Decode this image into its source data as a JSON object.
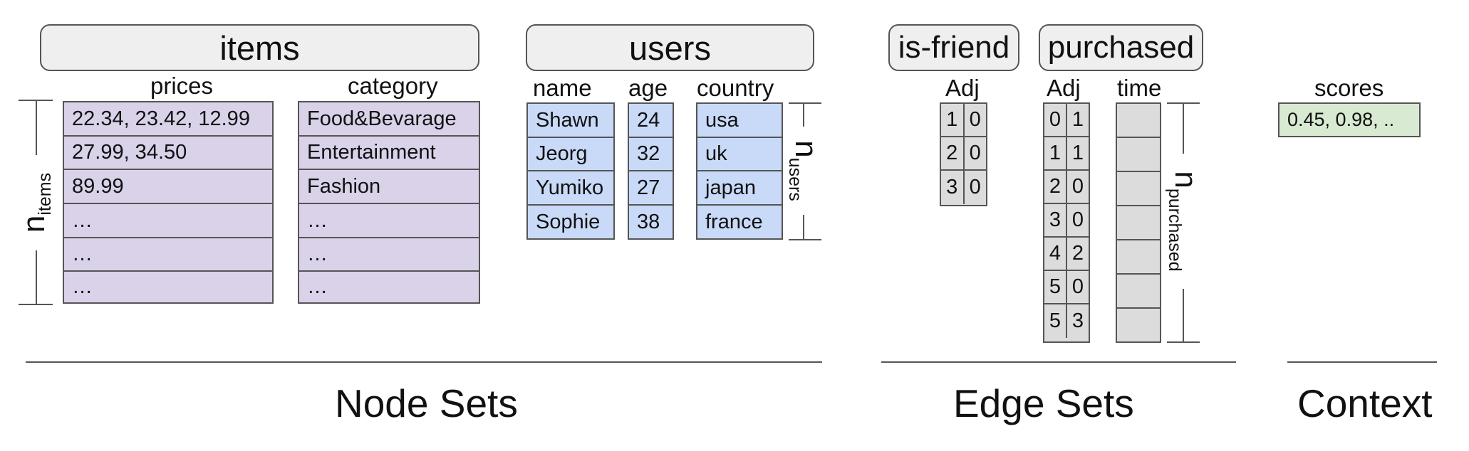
{
  "node_sets": {
    "items": {
      "title": "items",
      "prices_label": "prices",
      "category_label": "category",
      "prices": [
        "22.34, 23.42, 12.99",
        "27.99, 34.50",
        "89.99",
        "…",
        "…",
        "…"
      ],
      "categories": [
        "Food&Bevarage",
        "Entertainment",
        "Fashion",
        "…",
        "…",
        "…"
      ],
      "size_label": "n",
      "size_sub": "items"
    },
    "users": {
      "title": "users",
      "name_label": "name",
      "age_label": "age",
      "country_label": "country",
      "names": [
        "Shawn",
        "Jeorg",
        "Yumiko",
        "Sophie"
      ],
      "ages": [
        "24",
        "32",
        "27",
        "38"
      ],
      "countries": [
        "usa",
        "uk",
        "japan",
        "france"
      ],
      "size_label": "n",
      "size_sub": "users"
    },
    "section_label": "Node Sets"
  },
  "edge_sets": {
    "is_friend": {
      "title": "is-friend",
      "adj_label": "Adj",
      "adj": [
        [
          "1",
          "0"
        ],
        [
          "2",
          "0"
        ],
        [
          "3",
          "0"
        ]
      ]
    },
    "purchased": {
      "title": "purchased",
      "adj_label": "Adj",
      "time_label": "time",
      "adj": [
        [
          "0",
          "1"
        ],
        [
          "1",
          "1"
        ],
        [
          "2",
          "0"
        ],
        [
          "3",
          "0"
        ],
        [
          "4",
          "2"
        ],
        [
          "5",
          "0"
        ],
        [
          "5",
          "3"
        ]
      ],
      "time_rows": 7,
      "size_label": "n",
      "size_sub": "purchased"
    },
    "section_label": "Edge Sets"
  },
  "context": {
    "scores_label": "scores",
    "scores_value": "0.45, 0.98, ..",
    "section_label": "Context"
  },
  "colors": {
    "node_items_fill": "#d9d2e9",
    "node_users_fill": "#c9daf8",
    "edge_fill": "#dcdcdc",
    "context_fill": "#d9ead3",
    "header_fill": "#efefef",
    "border": "#555555"
  }
}
